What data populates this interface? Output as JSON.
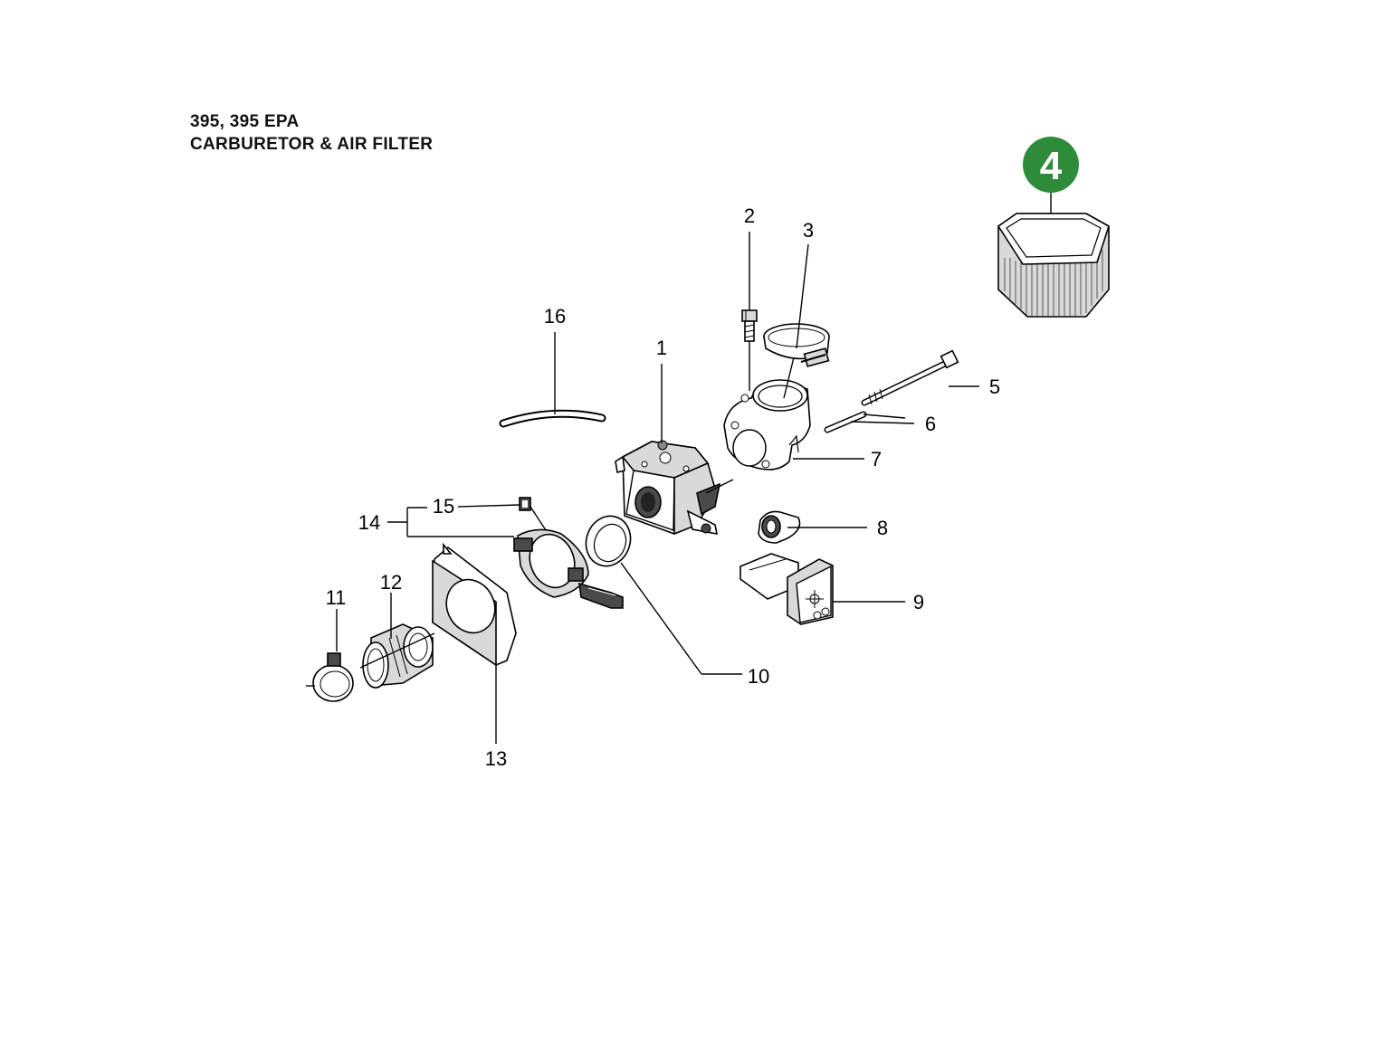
{
  "header": {
    "model": "395, 395 EPA",
    "section": "CARBURETOR & AIR FILTER"
  },
  "badge": {
    "label": "4",
    "color": "#2e8b3a"
  },
  "callouts": [
    "1",
    "2",
    "3",
    "5",
    "6",
    "7",
    "8",
    "9",
    "10",
    "11",
    "12",
    "13",
    "14",
    "15",
    "16"
  ]
}
